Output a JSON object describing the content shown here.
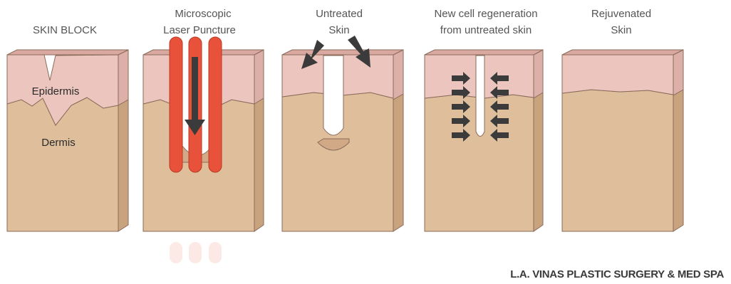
{
  "panels": [
    {
      "title_lines": [
        "SKIN BLOCK"
      ]
    },
    {
      "title_lines": [
        "Microscopic",
        "Laser Puncture"
      ]
    },
    {
      "title_lines": [
        "Untreated",
        "Skin"
      ]
    },
    {
      "title_lines": [
        "New cell regeneration",
        "from untreated skin"
      ]
    },
    {
      "title_lines": [
        "Rejuvenated",
        "Skin"
      ]
    }
  ],
  "layer_labels": {
    "epidermis": "Epidermis",
    "dermis": "Dermis"
  },
  "credit": "L.A. VINAS PLASTIC SURGERY & MED SPA",
  "colors": {
    "epidermis_front": "#ecc6be",
    "epidermis_top": "#d9a8a0",
    "epidermis_side": "#dcb0a8",
    "dermis_front": "#dfbf9b",
    "dermis_side": "#c9a37d",
    "outline": "#8a6b5a",
    "laser": "#e8523a",
    "laser_outline": "#b83a25",
    "arrow": "#3b3b3b"
  }
}
